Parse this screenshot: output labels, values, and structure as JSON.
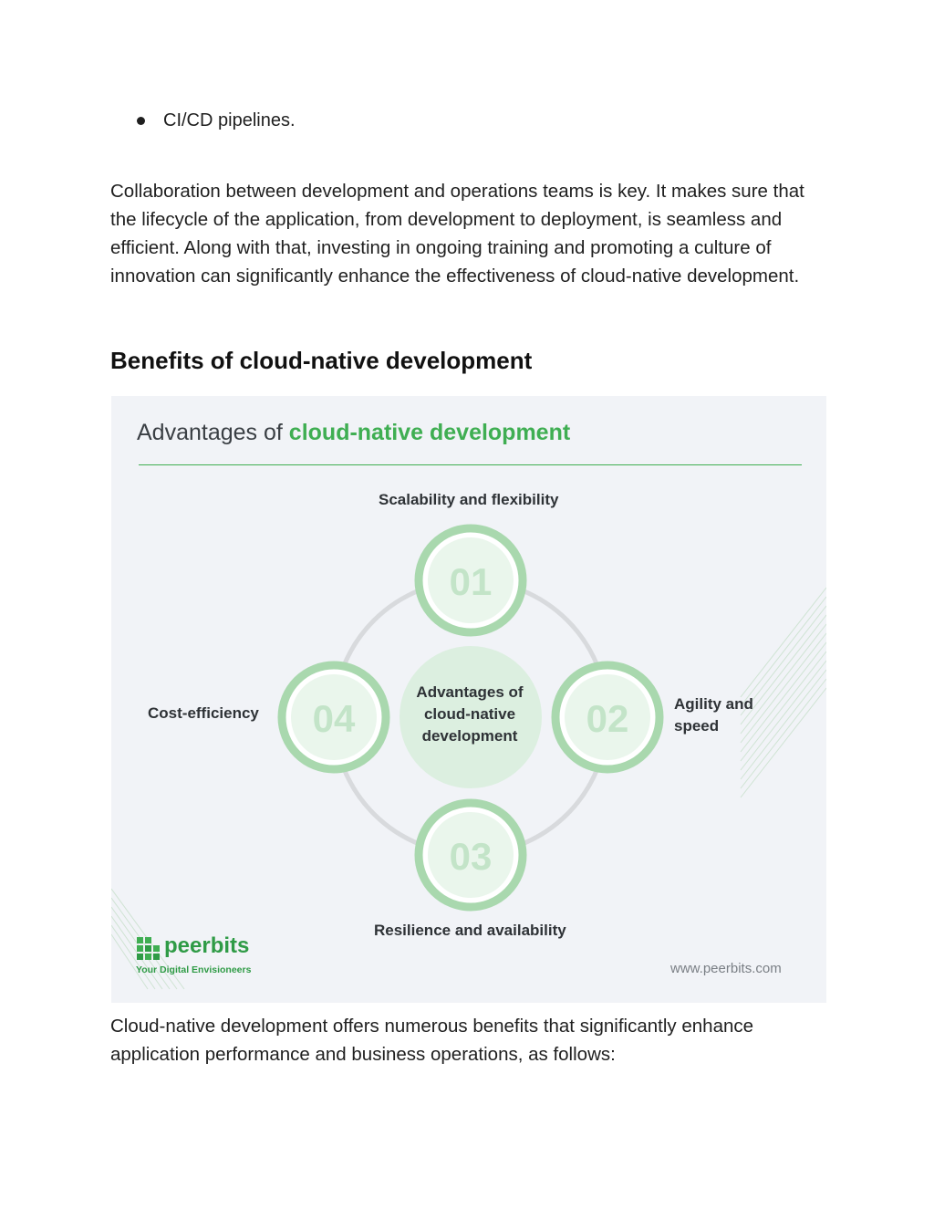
{
  "bullets": [
    "CI/CD pipelines."
  ],
  "paragraph1": "Collaboration between development and operations teams is key. It makes sure that the lifecycle of the application, from development to deployment, is seamless and efficient. Along with that, investing in ongoing training and promoting a culture of innovation can significantly enhance the effectiveness of cloud-native development.",
  "heading": "Benefits of cloud-native development",
  "figure": {
    "title_plain": "Advantages of ",
    "title_accent": "cloud-native development",
    "center_label": "Advantages of cloud-native development",
    "nodes": [
      {
        "number": "01",
        "label": "Scalability and flexibility"
      },
      {
        "number": "02",
        "label": "Agility and speed"
      },
      {
        "number": "03",
        "label": "Resilience and availability"
      },
      {
        "number": "04",
        "label": "Cost-efficiency"
      }
    ],
    "logo_name": "peerbits",
    "logo_tagline": "Your Digital Envisioneers",
    "website": "www.peerbits.com",
    "colors": {
      "accent": "#3fae52",
      "ring": "#a9d8ae",
      "circle_fill": "#eaf6ec"
    }
  },
  "paragraph2": "Cloud-native development offers numerous benefits that significantly enhance application performance and business operations, as follows:"
}
